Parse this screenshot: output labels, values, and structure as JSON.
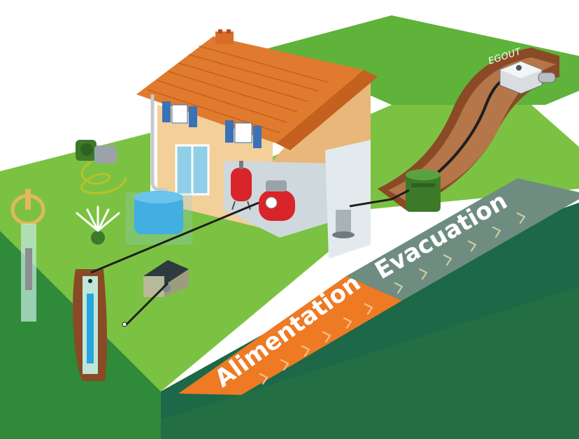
{
  "labels": {
    "egout": "EGOUT",
    "alimentation": "Alimentation",
    "evacuation": "Evacuation"
  },
  "colors": {
    "grass_top": "#7cc242",
    "grass_dark": "#4f9a2c",
    "ground_front": "#2f8a3a",
    "ground_side": "#1f6f4a",
    "alimentation_band": "#ee7a24",
    "alimentation_chevron": "#f6c08a",
    "evacuation_band": "#6f8c80",
    "evacuation_chevron": "#c9cfa4",
    "soil": "#8a4a25",
    "wall": "#f3cf9a",
    "roof": "#e07a2e",
    "shutter": "#3a72b8",
    "pipe": "#1e1e1e",
    "tank_blue": "#2aa3e0",
    "tank_red": "#d8242a",
    "septic_green": "#3c7a2a"
  },
  "icons": [
    "house-icon",
    "well-icon",
    "sprinkler-icon",
    "surface-pump-icon",
    "rain-tank-icon",
    "borehole-pump-icon",
    "filter-box-icon",
    "pressure-tank-icon",
    "booster-pump-icon",
    "sump-pump-icon",
    "lifting-station-icon",
    "sewer-connection-icon"
  ]
}
